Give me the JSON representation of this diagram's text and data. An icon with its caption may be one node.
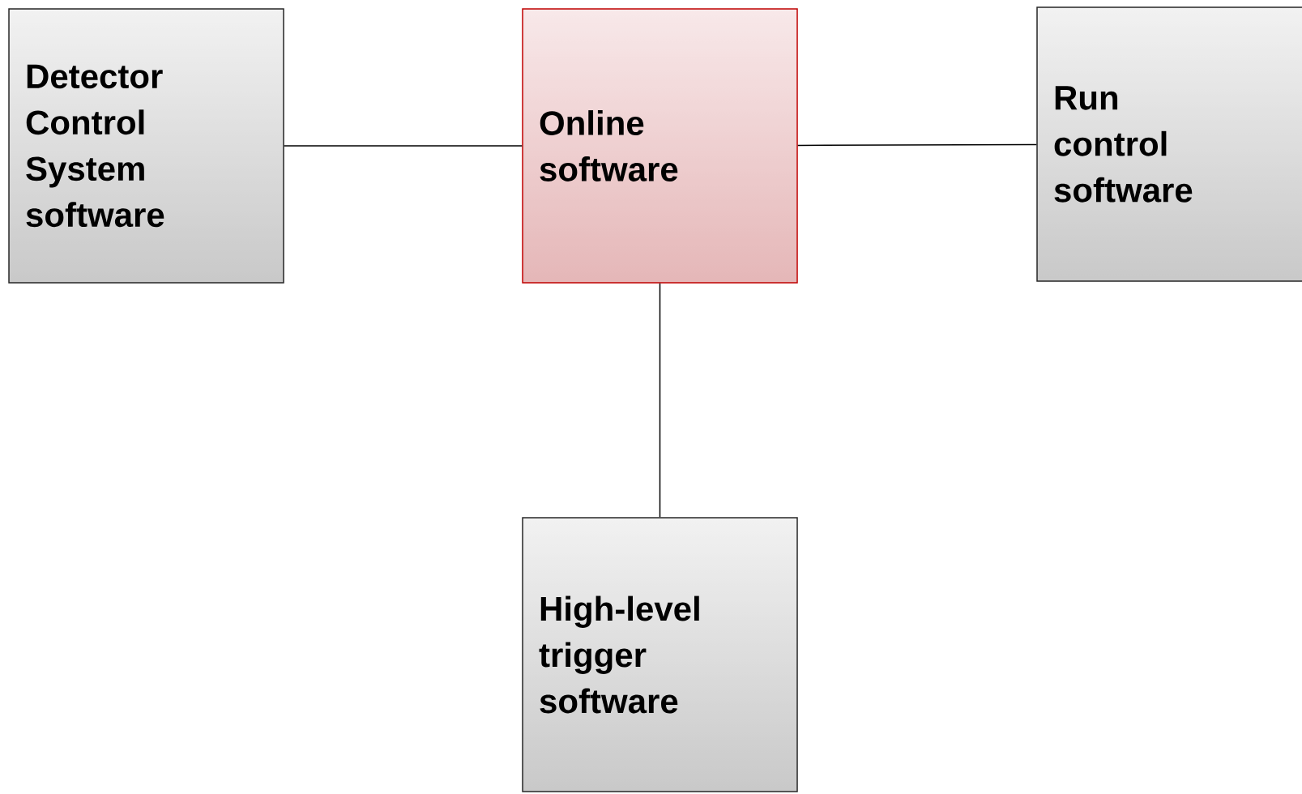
{
  "diagram": {
    "nodes": [
      {
        "text": [
          "Detector Control System software"
        ]
      },
      {
        "text": [
          "Online software"
        ]
      },
      {
        "text": [
          "Run control software"
        ]
      },
      {
        "text": [
          "High-level trigger software"
        ]
      }
    ],
    "edges": [
      {
        "from": 0,
        "to": 1,
        "arrow": "none"
      },
      {
        "from": 1,
        "to": 2,
        "arrow": "none"
      },
      {
        "from": 1,
        "to": 3,
        "arrow": "none"
      }
    ]
  }
}
